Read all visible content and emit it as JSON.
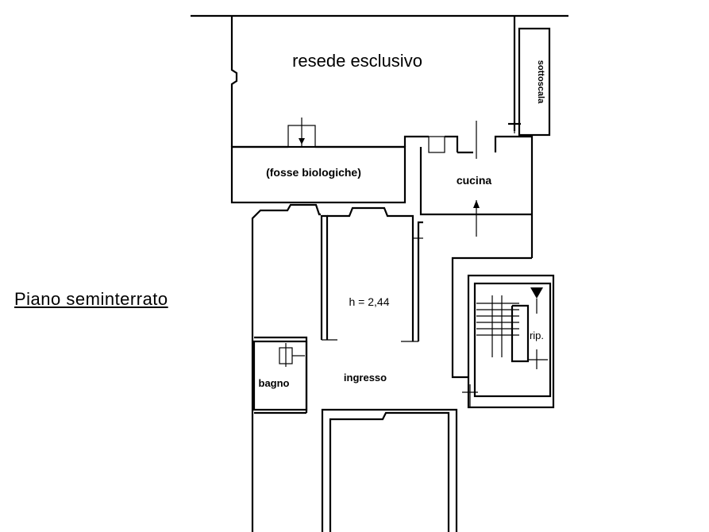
{
  "floor_label": "Piano seminterrato",
  "rooms": {
    "resede": "resede esclusivo",
    "sottoscala": "sottoscala",
    "fosse": "(fosse biologiche)",
    "cucina": "cucina",
    "height": "h = 2,44",
    "bagno": "bagno",
    "ingresso": "ingresso",
    "ripostiglio": "rip."
  }
}
